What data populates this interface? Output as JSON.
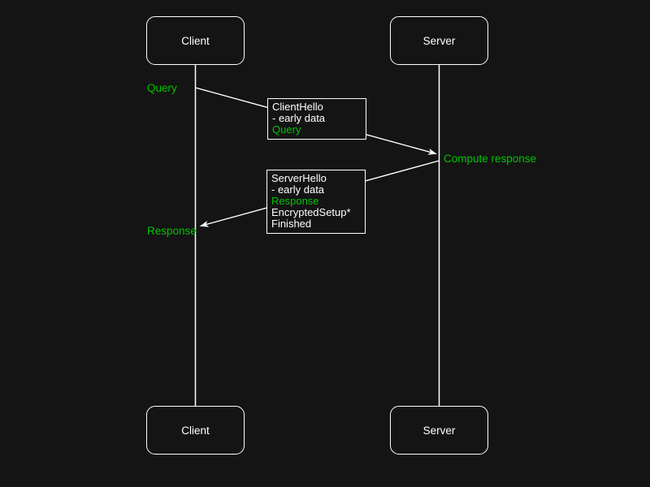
{
  "diagram": {
    "type": "sequence-diagram",
    "actors": {
      "client": "Client",
      "server": "Server"
    },
    "labels": {
      "query": "Query",
      "compute_response": "Compute response",
      "response": "Response"
    },
    "messages": {
      "client_hello": {
        "direction": "client-to-server",
        "lines": [
          {
            "text": "ClientHello",
            "color": "white"
          },
          {
            "text": "- early data",
            "color": "white"
          },
          {
            "text": "Query",
            "color": "green"
          }
        ]
      },
      "server_hello": {
        "direction": "server-to-client",
        "lines": [
          {
            "text": "ServerHello",
            "color": "white"
          },
          {
            "text": "- early data",
            "color": "white"
          },
          {
            "text": "Response",
            "color": "green"
          },
          {
            "text": "EncryptedSetup*",
            "color": "white"
          },
          {
            "text": "Finished",
            "color": "white"
          }
        ]
      }
    },
    "colors": {
      "background": "#141414",
      "line": "#ffffff",
      "text": "#ffffff",
      "accent_green": "#00c400"
    }
  }
}
